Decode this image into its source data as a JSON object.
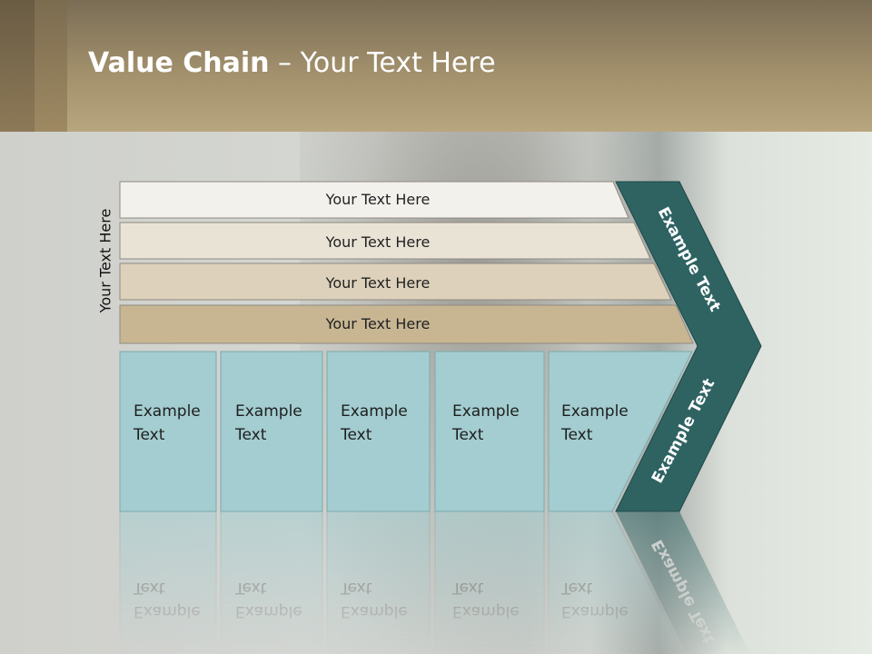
{
  "slide": {
    "title_bold": "Value Chain",
    "title_rest": " – Your Text Here",
    "side_label": "Your Text Here"
  },
  "bands": [
    {
      "label": "Your Text Here",
      "color": "#f3f1ec"
    },
    {
      "label": "Your Text Here",
      "color": "#e9e3d6"
    },
    {
      "label": "Your Text Here",
      "color": "#ddd1bb"
    },
    {
      "label": "Your Text Here",
      "color": "#c8b693"
    }
  ],
  "cells": [
    {
      "line1": "Example",
      "line2": "Text"
    },
    {
      "line1": "Example",
      "line2": "Text"
    },
    {
      "line1": "Example",
      "line2": "Text"
    },
    {
      "line1": "Example",
      "line2": "Text"
    },
    {
      "line1": "Example",
      "line2": "Text"
    }
  ],
  "chevron": {
    "upper_label": "Example Text",
    "lower_label": "Example Text",
    "color": "#2e6362"
  },
  "colors": {
    "cell_fill": "#a3cdd0",
    "cell_stroke": "#7ea9ac",
    "band_stroke": "#8e8a80"
  }
}
